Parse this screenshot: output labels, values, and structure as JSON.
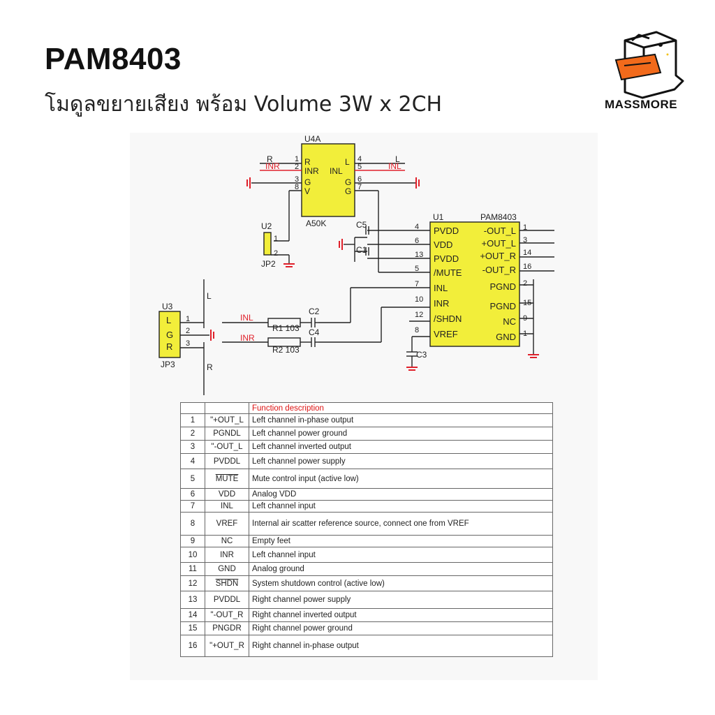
{
  "header": {
    "title": "PAM8403",
    "subtitle": "โมดูลขยายเสียง พร้อม Volume 3W x 2CH"
  },
  "logo": {
    "text": "MASSMORE",
    "colors": {
      "box": "#ffffff",
      "stroke": "#111111",
      "beak": "#f26a1b"
    }
  },
  "schematic": {
    "u4a": {
      "ref": "U4A",
      "value": "A50K",
      "left_pins": [
        "1",
        "2",
        "3",
        "8"
      ],
      "right_pins": [
        "4",
        "5",
        "6",
        "7"
      ],
      "left_names": [
        "R",
        "INR",
        "G",
        "V"
      ],
      "right_names": [
        "L",
        "INL",
        "G",
        "G"
      ],
      "inner_left": "INR",
      "inner_right": "INL",
      "net_left": [
        "R",
        "INR"
      ],
      "net_right": [
        "L",
        "INL"
      ]
    },
    "u2": {
      "ref": "U2",
      "label": "JP2",
      "pins": [
        "1",
        "2"
      ]
    },
    "u1": {
      "ref": "U1",
      "value": "PAM8403",
      "left_pins": [
        {
          "num": "4",
          "name": "PVDD"
        },
        {
          "num": "6",
          "name": "VDD"
        },
        {
          "num": "13",
          "name": "PVDD"
        },
        {
          "num": "5",
          "name": "/MUTE"
        },
        {
          "num": "7",
          "name": "INL"
        },
        {
          "num": "10",
          "name": "INR"
        },
        {
          "num": "12",
          "name": "/SHDN"
        },
        {
          "num": "8",
          "name": "VREF"
        }
      ],
      "right_pins": [
        {
          "num": "1",
          "name": "-OUT_L"
        },
        {
          "num": "3",
          "name": "+OUT_L"
        },
        {
          "num": "14",
          "name": "+OUT_R"
        },
        {
          "num": "16",
          "name": "-OUT_R"
        },
        {
          "num": "2",
          "name": "PGND"
        },
        {
          "num": "15",
          "name": "PGND"
        },
        {
          "num": "9",
          "name": "NC"
        },
        {
          "num": "1",
          "name": "GND"
        }
      ]
    },
    "caps": {
      "c5": "C5",
      "c1": "C1",
      "c2": "C2",
      "c4": "C4",
      "c3": "C3"
    },
    "resistors": {
      "r1": "R1 103",
      "r2": "R2 103"
    },
    "nets": {
      "inl": "INL",
      "inr": "INR",
      "l": "L",
      "r": "R"
    },
    "u3": {
      "ref": "U3",
      "label": "JP3",
      "names": [
        "L",
        "G",
        "R"
      ],
      "pins": [
        "1",
        "2",
        "3"
      ]
    }
  },
  "table": {
    "header": "Function description",
    "rows": [
      {
        "num": "1",
        "pin": "\"+OUT_L",
        "desc": "Left channel in-phase output"
      },
      {
        "num": "2",
        "pin": "PGNDL",
        "desc": "Left channel power ground"
      },
      {
        "num": "3",
        "pin": "\"-OUT_L",
        "desc": "Left channel inverted output"
      },
      {
        "num": "4",
        "pin": "PVDDL",
        "desc": "Left channel power supply"
      },
      {
        "num": "5",
        "pin": "MUTE",
        "desc": "Mute control input (active low)"
      },
      {
        "num": "6",
        "pin": "VDD",
        "desc": "Analog VDD"
      },
      {
        "num": "7",
        "pin": "INL",
        "desc": "Left channel input"
      },
      {
        "num": "8",
        "pin": "VREF",
        "desc": "Internal air scatter reference source, connect one from VREF"
      },
      {
        "num": "9",
        "pin": "NC",
        "desc": "Empty feet"
      },
      {
        "num": "10",
        "pin": "INR",
        "desc": "Left channel input"
      },
      {
        "num": "11",
        "pin": "GND",
        "desc": "Analog ground"
      },
      {
        "num": "12",
        "pin": "SHDN",
        "desc": "System shutdown control (active low)"
      },
      {
        "num": "13",
        "pin": "PVDDL",
        "desc": "Right channel power supply"
      },
      {
        "num": "14",
        "pin": "\"-OUT_R",
        "desc": "Right channel inverted output"
      },
      {
        "num": "15",
        "pin": "PNGDR",
        "desc": "Right channel power ground"
      },
      {
        "num": "16",
        "pin": "\"+OUT_R",
        "desc": "Right channel in-phase output"
      }
    ]
  },
  "colors": {
    "chip": "#f2ee3a",
    "red": "#e0202a",
    "wire": "#222222"
  }
}
